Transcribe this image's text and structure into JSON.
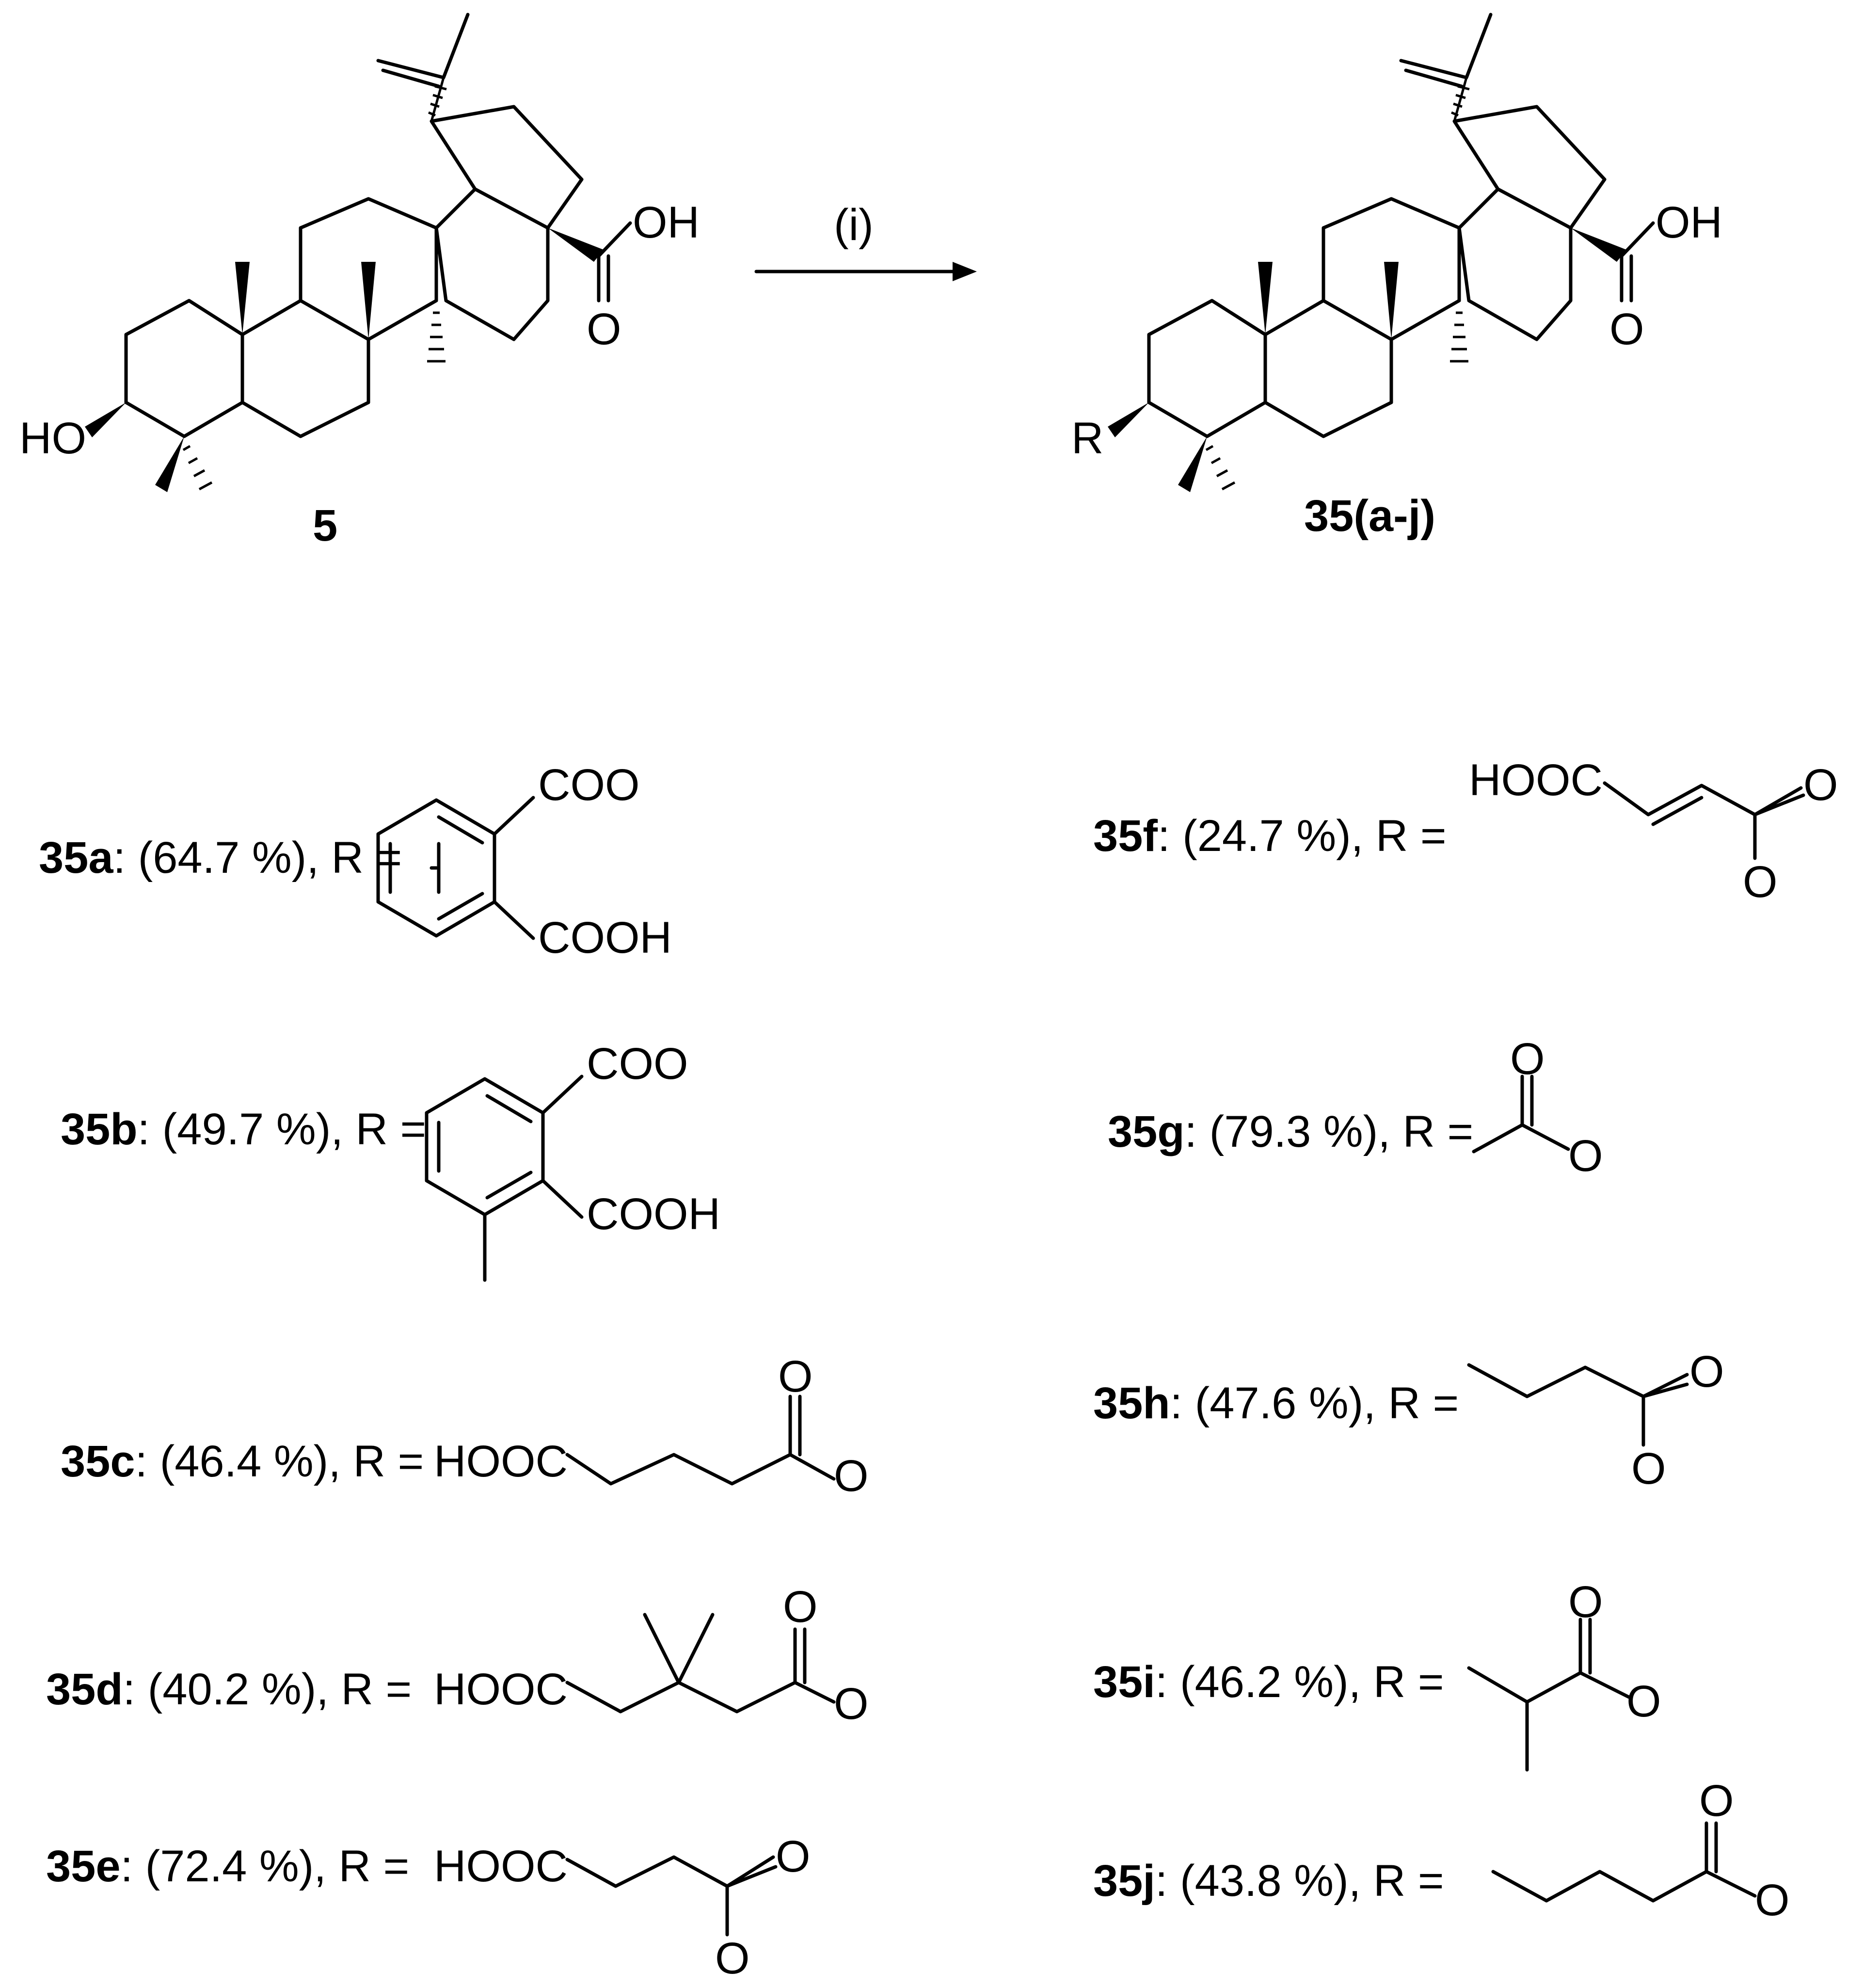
{
  "reaction": {
    "reagent_label": "(i)",
    "starting_material": {
      "number": "5",
      "substituent": "HO",
      "acid_oh": "OH",
      "acid_o": "O"
    },
    "product": {
      "number": "35(a-j)",
      "substituent": "R",
      "acid_oh": "OH",
      "acid_o": "O"
    }
  },
  "derivatives": [
    {
      "id": "35a",
      "yield": ": (64.7 %), R =",
      "groups": {
        "t1": "COO",
        "t2": "COOH"
      }
    },
    {
      "id": "35b",
      "yield": ": (49.7 %), R =",
      "groups": {
        "t1": "COO",
        "t2": "COOH"
      }
    },
    {
      "id": "35c",
      "yield": ": (46.4 %), R =",
      "groups": {
        "t1": "HOOC",
        "t2": "O",
        "t3": "O"
      }
    },
    {
      "id": "35d",
      "yield": ": (40.2 %), R =",
      "groups": {
        "t1": "HOOC",
        "t2": "O",
        "t3": "O"
      }
    },
    {
      "id": "35e",
      "yield": ": (72.4 %), R =",
      "groups": {
        "t1": "HOOC",
        "t2": "O",
        "t3": "O"
      }
    },
    {
      "id": "35f",
      "yield": ": (24.7 %), R =",
      "groups": {
        "t1": "HOOC",
        "t2": "O",
        "t3": "O"
      }
    },
    {
      "id": "35g",
      "yield": ": (79.3 %), R =",
      "groups": {
        "t1": "O",
        "t2": "O"
      }
    },
    {
      "id": "35h",
      "yield": ": (47.6 %), R =",
      "groups": {
        "t1": "O",
        "t2": "O"
      }
    },
    {
      "id": "35i",
      "yield": ": (46.2 %), R =",
      "groups": {
        "t1": "O",
        "t2": "O"
      }
    },
    {
      "id": "35j",
      "yield": ": (43.8 %), R =",
      "groups": {
        "t1": "O",
        "t2": "O"
      }
    }
  ]
}
